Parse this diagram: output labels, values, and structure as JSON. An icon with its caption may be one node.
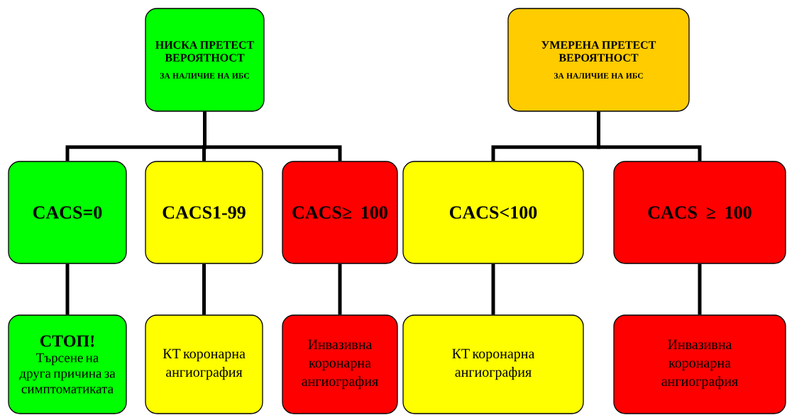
{
  "diagram": {
    "nodes": [
      {
        "text": [
          "НИСКА ПРЕТЕСТ ВЕРОЯТНОСТ",
          "ЗА НАЛИЧИЕ НА ИБС"
        ]
      },
      {
        "text": [
          "УМЕРЕНА ПРЕТЕСТ ВЕРОЯТНОСТ",
          "ЗА НАЛИЧИЕ НА ИБС"
        ]
      },
      {
        "text": [
          "CACS=0"
        ]
      },
      {
        "text": [
          "CACS1-99"
        ]
      },
      {
        "text": [
          "CACS≥ 100"
        ]
      },
      {
        "text": [
          "CACS<100"
        ]
      },
      {
        "text": [
          "CACS ≥  100"
        ]
      },
      {
        "text": [
          "СТОП!",
          "Търсене на друга причина за симптоматиката"
        ]
      },
      {
        "text": [
          "КТ коронарна ангиография"
        ]
      },
      {
        "text": [
          "Инвазивна коронарна ангиография"
        ]
      },
      {
        "text": [
          "КТ коронарна ангиография"
        ]
      },
      {
        "text": [
          "Инвазивна коронарна ангиография"
        ]
      }
    ],
    "edges": [
      {
        "from": 0,
        "to": 2,
        "arrow": "none"
      },
      {
        "from": 0,
        "to": 3,
        "arrow": "none"
      },
      {
        "from": 0,
        "to": 4,
        "arrow": "none"
      },
      {
        "from": 1,
        "to": 5,
        "arrow": "none"
      },
      {
        "from": 1,
        "to": 6,
        "arrow": "none"
      },
      {
        "from": 2,
        "to": 7,
        "arrow": "none"
      },
      {
        "from": 3,
        "to": 8,
        "arrow": "none"
      },
      {
        "from": 4,
        "to": 9,
        "arrow": "none"
      },
      {
        "from": 5,
        "to": 10,
        "arrow": "none"
      },
      {
        "from": 6,
        "to": 11,
        "arrow": "none"
      }
    ]
  }
}
